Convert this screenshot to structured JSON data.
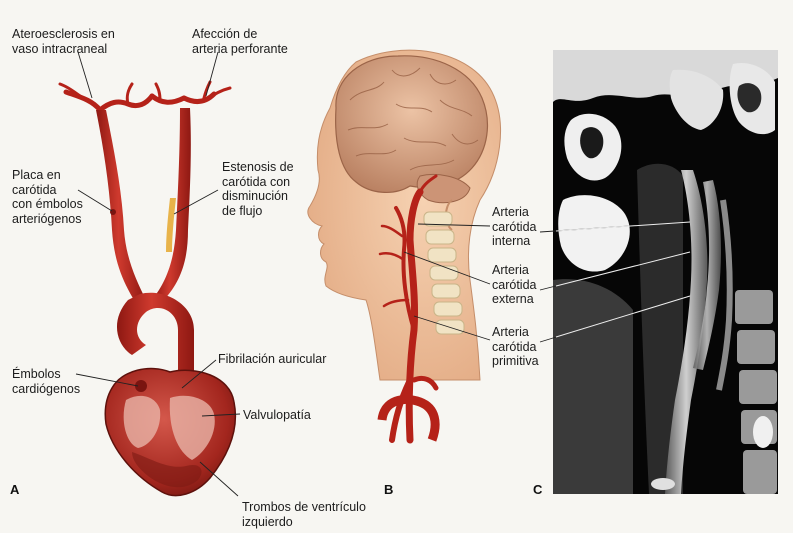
{
  "colors": {
    "artery": "#b8231c",
    "heart": "#a52a22",
    "skin": "#efc29e",
    "brain": "#d9a887",
    "ct_background": "#060606",
    "page": "#f7f6f2"
  },
  "panel_a": {
    "letter": "A",
    "labels": {
      "intracranial": "Ateroesclerosis en\nvaso intracraneal",
      "perforating": "Afección de\narteria perforante",
      "carotid_plaque": "Placa en\ncarótida\ncon émbolos\narteriógenos",
      "stenosis": "Estenosis de\ncarótida con\ndisminución\nde flujo",
      "cardiogenic": "Émbolos\ncardiógenos",
      "atrial_fib": "Fibrilación auricular",
      "valve": "Valvulopatía",
      "thrombi": "Trombos de ventrículo\nizquierdo"
    }
  },
  "panel_b": {
    "letter": "B",
    "labels": {
      "internal": "Arteria\ncarótida\ninterna",
      "external": "Arteria\ncarótida\nexterna",
      "common": "Arteria\ncarótida\nprimitiva"
    }
  },
  "panel_c": {
    "letter": "C"
  }
}
